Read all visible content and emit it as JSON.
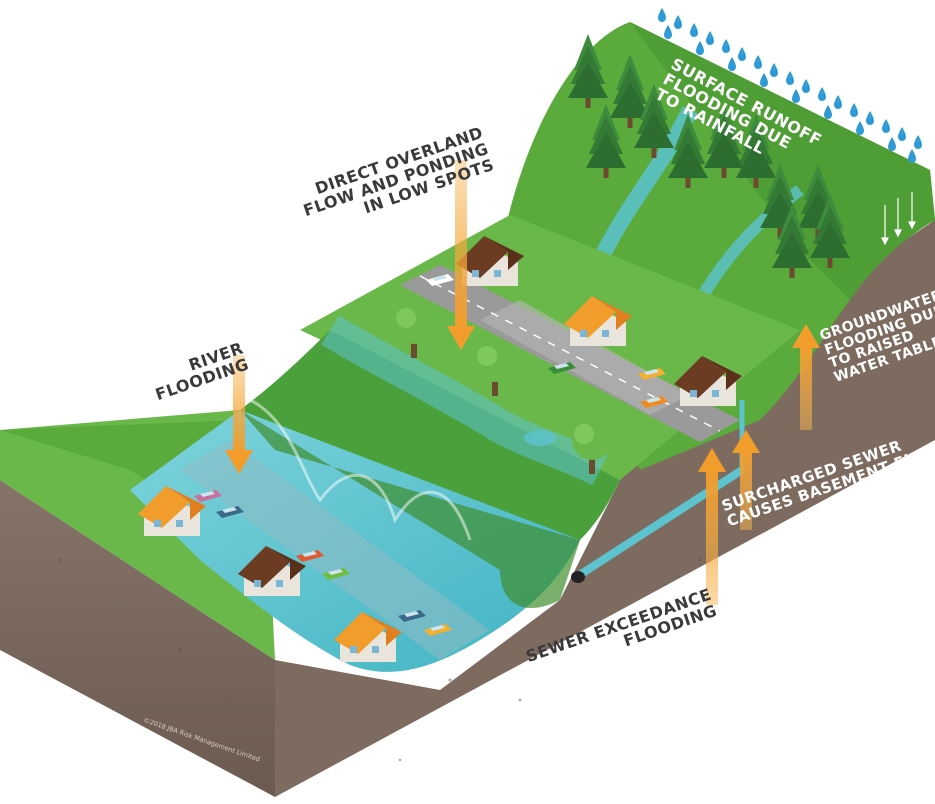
{
  "labels": {
    "direct_overland": [
      "DIRECT OVERLAND",
      "FLOW AND PONDING",
      "IN LOW SPOTS"
    ],
    "river": [
      "RIVER",
      "FLOODING"
    ],
    "surface_runoff": [
      "SURFACE RUNOFF",
      "FLOODING DUE",
      "TO RAINFALL"
    ],
    "groundwater": [
      "GROUNDWATER",
      "FLOODING DUE",
      "TO RAISED",
      "WATER TABLE"
    ],
    "surcharged": [
      "SURCHARGED SEWER",
      "CAUSES BASEMENT FLOODING"
    ],
    "sewer_exceedance": [
      "SEWER EXCEEDANCE",
      "FLOODING"
    ]
  },
  "copyright": "©2018 JBA Risk Management Limited",
  "colors": {
    "arrow": "#f2a33a",
    "grass": "#5aaa3c",
    "grass_dark": "#3f8f2e",
    "water": "#5cc3cf",
    "soil": "#7b6a5f",
    "road": "#9a9a9a",
    "roof": "#f29c2b",
    "roof_dark": "#6b3b22",
    "rain": "#2e9bd6"
  },
  "icons": [
    "rain-drop-icon",
    "tree-icon",
    "house-icon",
    "car-icon",
    "down-arrow-icon",
    "up-arrow-icon",
    "sewer-pipe-icon"
  ]
}
